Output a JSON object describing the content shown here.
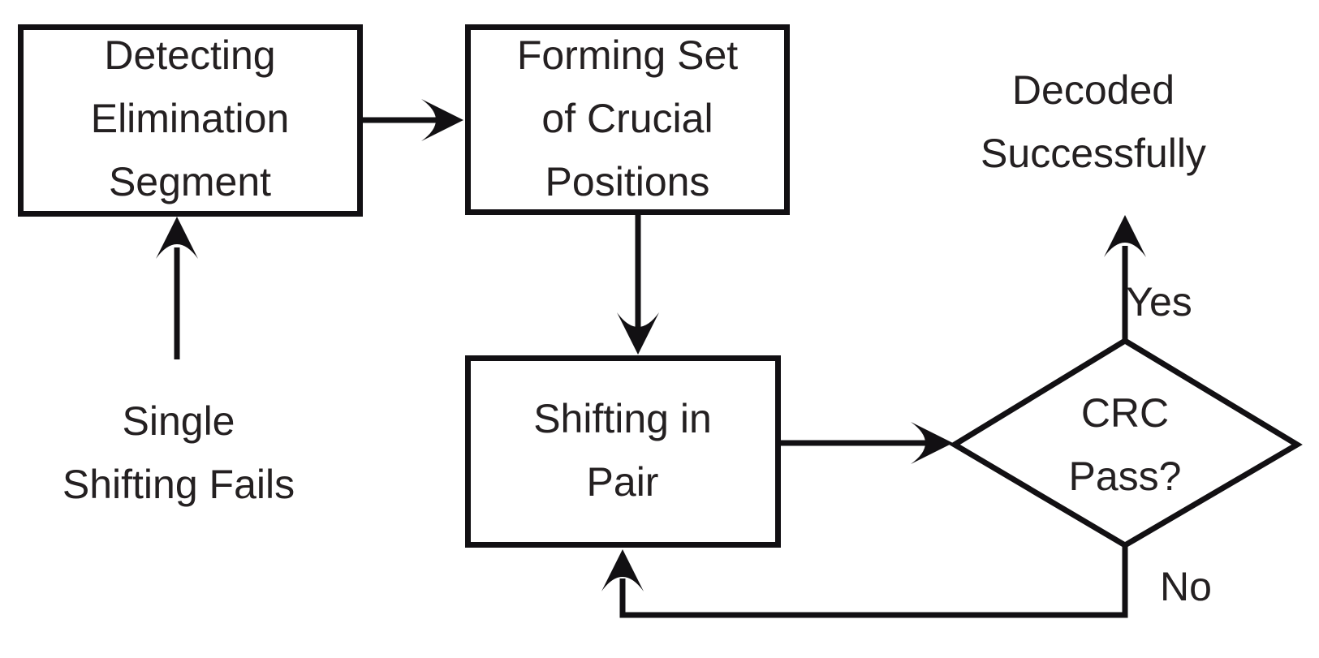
{
  "figure": {
    "type": "flowchart",
    "background_color": "#ffffff",
    "stroke_color": "#121013",
    "text_color": "#242021"
  },
  "nodes": [
    {
      "id": "detecting-elimination-segment",
      "shape": "rectangle",
      "label": "Detecting\nElimination\nSegment"
    },
    {
      "id": "forming-set-of-crucial-positions",
      "shape": "rectangle",
      "label": "Forming Set\nof Crucial\nPositions"
    },
    {
      "id": "shifting-in-pair",
      "shape": "rectangle",
      "label": "Shifting in\nPair"
    },
    {
      "id": "crc-pass",
      "shape": "diamond",
      "label": "CRC Pass?"
    }
  ],
  "annotations": [
    {
      "id": "decoded-successfully",
      "label": "Decoded\nSuccessfully"
    },
    {
      "id": "single-shifting-fails",
      "label": "Single\nShifting Fails"
    }
  ],
  "edges": [
    {
      "from": "single-shifting-fails",
      "to": "detecting-elimination-segment",
      "label": ""
    },
    {
      "from": "detecting-elimination-segment",
      "to": "forming-set-of-crucial-positions",
      "label": ""
    },
    {
      "from": "forming-set-of-crucial-positions",
      "to": "shifting-in-pair",
      "label": ""
    },
    {
      "from": "shifting-in-pair",
      "to": "crc-pass",
      "label": ""
    },
    {
      "from": "crc-pass",
      "to": "decoded-successfully",
      "label": "Yes"
    },
    {
      "from": "crc-pass",
      "to": "shifting-in-pair",
      "label": "No"
    }
  ]
}
